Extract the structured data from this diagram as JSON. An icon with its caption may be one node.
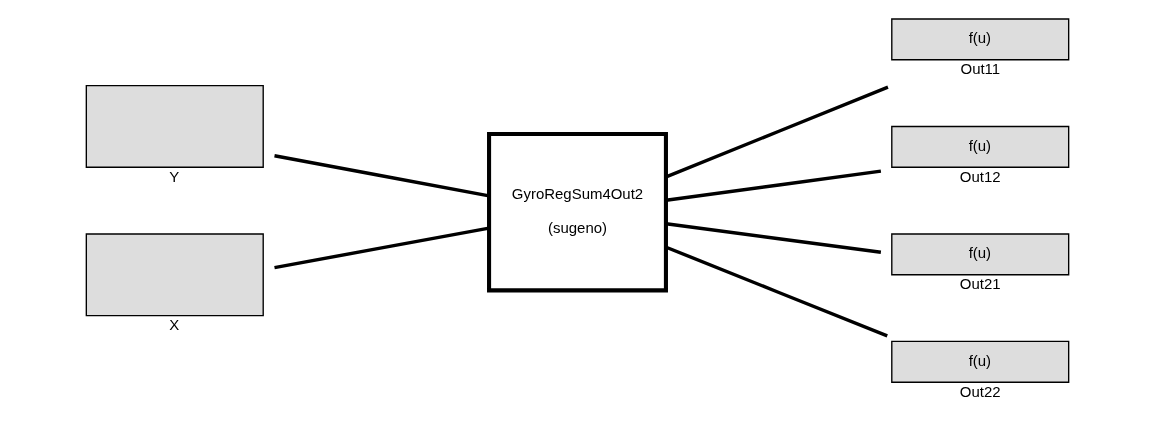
{
  "diagram": {
    "nodes": [
      {
        "text": [
          "Y"
        ]
      },
      {
        "text": [
          "X"
        ]
      },
      {
        "text": [
          "GyroRegSum4Out2",
          "(sugeno)"
        ]
      },
      {
        "text": [
          "f(u)",
          "Out11"
        ]
      },
      {
        "text": [
          "f(u)",
          "Out12"
        ]
      },
      {
        "text": [
          "f(u)",
          "Out21"
        ]
      },
      {
        "text": [
          "f(u)",
          "Out22"
        ]
      }
    ],
    "edges": [
      {
        "from": 0,
        "to": 2,
        "arrow": "none"
      },
      {
        "from": 1,
        "to": 2,
        "arrow": "none"
      },
      {
        "from": 2,
        "to": 3,
        "arrow": "none"
      },
      {
        "from": 2,
        "to": 4,
        "arrow": "none"
      },
      {
        "from": 2,
        "to": 5,
        "arrow": "none"
      },
      {
        "from": 2,
        "to": 6,
        "arrow": "none"
      }
    ]
  }
}
